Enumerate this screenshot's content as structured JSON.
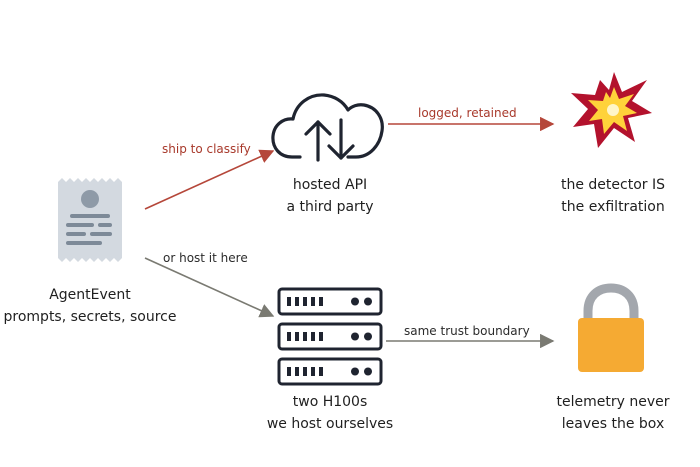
{
  "nodes": {
    "source": {
      "line1": "AgentEvent",
      "line2": "prompts, secrets, source",
      "icon": "document-icon"
    },
    "hosted_api": {
      "line1": "hosted API",
      "line2": "a third party",
      "icon": "cloud-sync-icon"
    },
    "detector": {
      "line1": "the detector IS",
      "line2": "the exfiltration",
      "icon": "explosion-icon"
    },
    "servers": {
      "line1": "two H100s",
      "line2": "we host ourselves",
      "icon": "server-rack-icon"
    },
    "lock": {
      "line1": "telemetry never",
      "line2": "leaves the box",
      "icon": "padlock-icon"
    }
  },
  "edges": {
    "ship": "ship to classify",
    "logged": "logged, retained",
    "host": "or host it here",
    "trust": "same trust boundary"
  },
  "colors": {
    "danger_arrow": "#b5473a",
    "danger_text": "#a8392b",
    "safe_arrow": "#7a7a72",
    "safe_text": "#2b2b2b",
    "icon_dark": "#1f2430",
    "burst_red": "#b3122d",
    "burst_yellow": "#ffd23a",
    "lock_body": "#f5aa33",
    "lock_shackle": "#a3a7ad",
    "doc_paper": "#d3d9e0",
    "doc_lines": "#7d8a98"
  }
}
